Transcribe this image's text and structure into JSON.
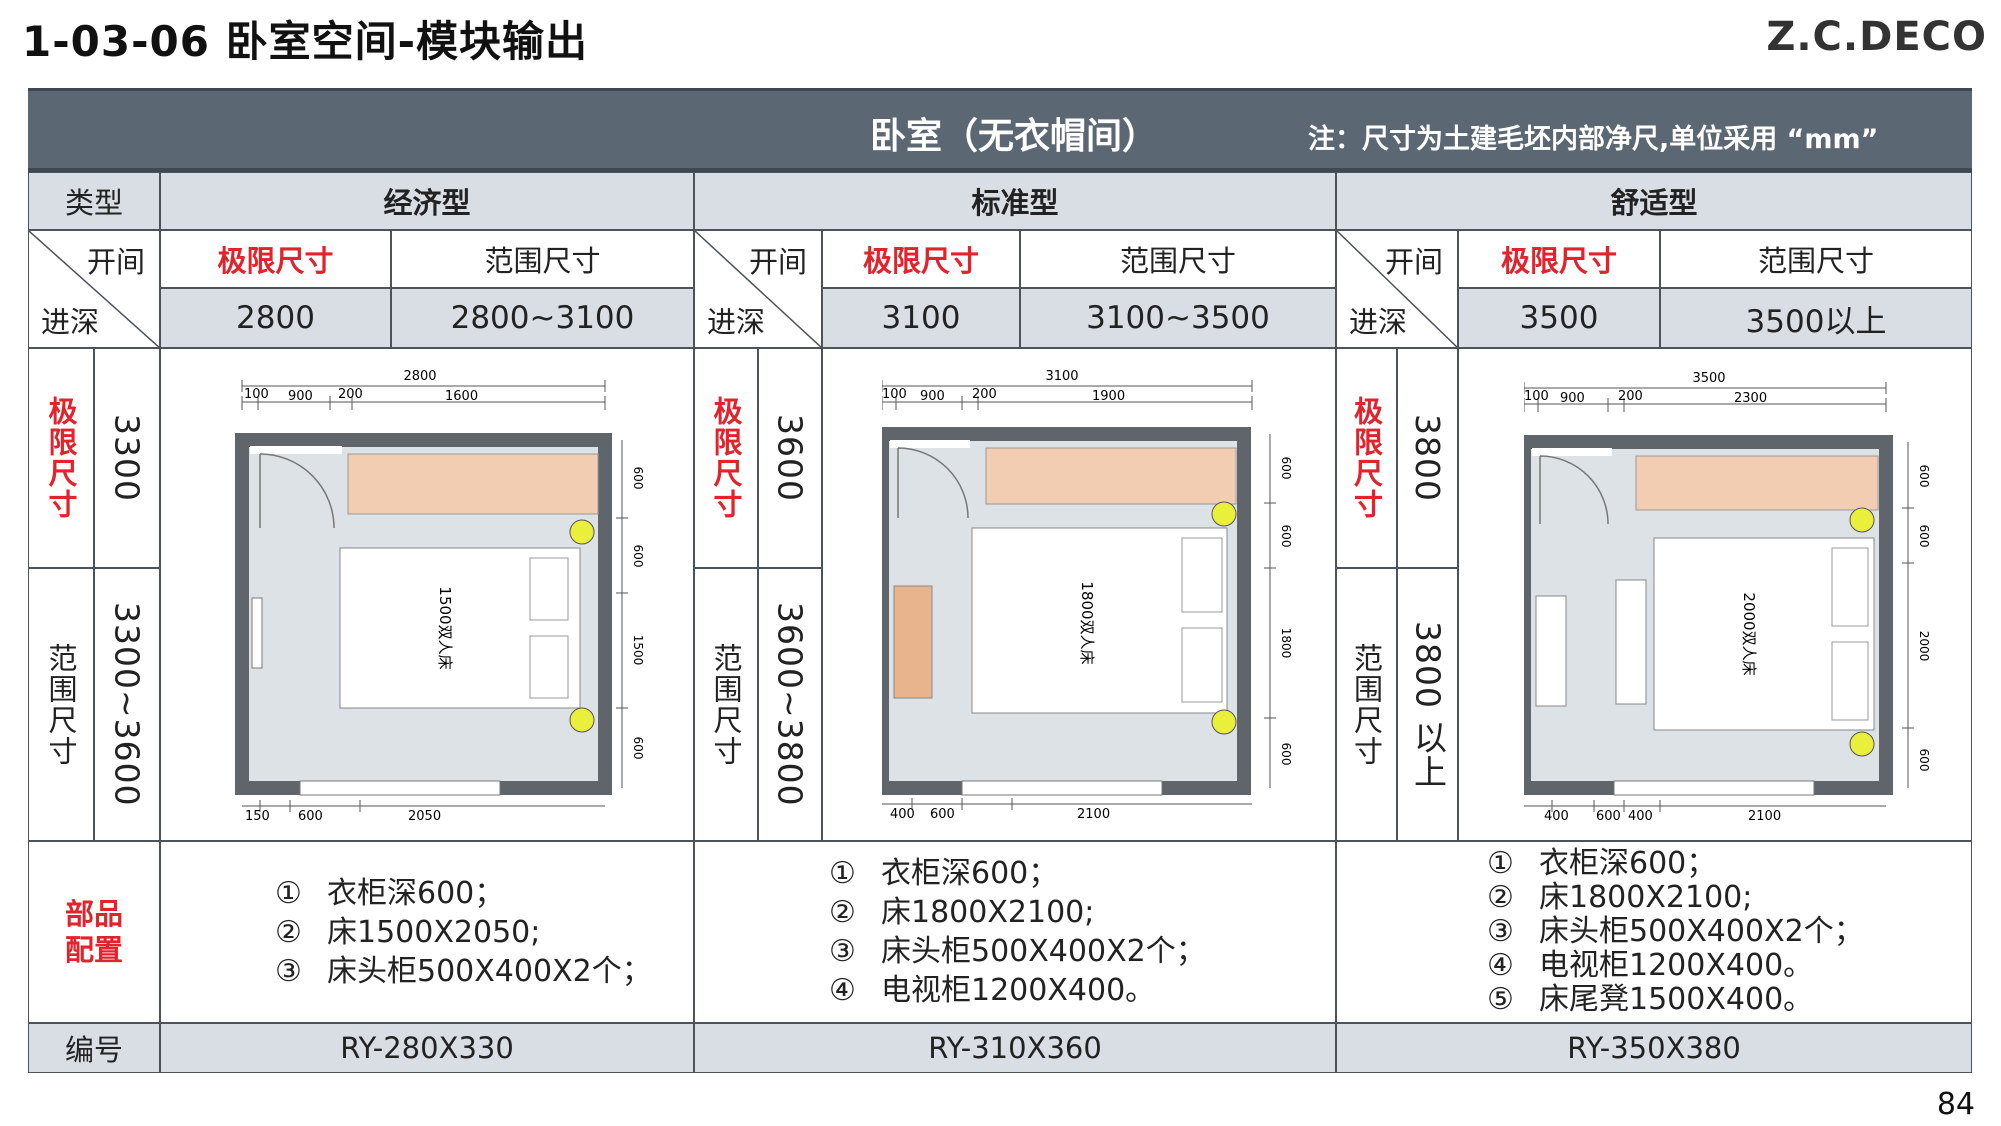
{
  "header": {
    "title": "1-03-06 卧室空间-模块输出",
    "brand": "Z.C.DECO",
    "page_number": "84"
  },
  "banner": {
    "title": "卧室（无衣帽间）",
    "note": "注：尺寸为土建毛坯内部净尺,单位采用 “mm”"
  },
  "labels": {
    "type": "类型",
    "bay": "开间",
    "depth": "进深",
    "limit_size": "极限尺寸",
    "range_size": "范围尺寸",
    "limit_vertical": "极限尺寸",
    "range_vertical": "范围尺寸",
    "parts": "部品配置",
    "code": "编号"
  },
  "columns": [
    {
      "type": "经济型",
      "bay_limit": "2800",
      "bay_range": "2800~3100",
      "depth_limit": "3300",
      "depth_range": "3300~3600",
      "parts": [
        "衣柜深600；",
        "床1500X2050;",
        "床头柜500X400X2个；"
      ],
      "code": "RY-280X330",
      "plan": {
        "overall_width": "2800",
        "dim_top": [
          "100",
          "900",
          "200",
          "1600"
        ],
        "dim_bottom": [
          "150",
          "600",
          "2050"
        ],
        "depth": "3300",
        "dim_right": [
          "600",
          "600",
          "1500",
          "600"
        ],
        "bed": "1500双人床"
      }
    },
    {
      "type": "标准型",
      "bay_limit": "3100",
      "bay_range": "3100~3500",
      "depth_limit": "3600",
      "depth_range": "3600~3800",
      "parts": [
        "衣柜深600；",
        "床1800X2100;",
        "床头柜500X400X2个；",
        "电视柜1200X400。"
      ],
      "code": "RY-310X360",
      "plan": {
        "overall_width": "3100",
        "dim_top": [
          "100",
          "900",
          "200",
          "1900"
        ],
        "dim_bottom": [
          "400",
          "600",
          "2100"
        ],
        "depth": "3600",
        "dim_right": [
          "600",
          "600",
          "1800",
          "600"
        ],
        "bed": "1800双人床"
      }
    },
    {
      "type": "舒适型",
      "bay_limit": "3500",
      "bay_range": "3500以上",
      "depth_limit": "3800",
      "depth_range": "3800 以上",
      "parts": [
        "衣柜深600；",
        "床1800X2100;",
        "床头柜500X400X2个；",
        "电视柜1200X400。",
        "床尾凳1500X400。"
      ],
      "code": "RY-350X380",
      "plan": {
        "overall_width": "3500",
        "dim_top": [
          "100",
          "900",
          "200",
          "2300"
        ],
        "dim_bottom": [
          "400",
          "600",
          "400",
          "2100"
        ],
        "depth": "3800",
        "dim_right": [
          "600",
          "600",
          "2000",
          "600"
        ],
        "bed": "2000双人床"
      }
    }
  ],
  "colors": {
    "banner": "#5b6772",
    "header_cell": "#d8dee4",
    "accent_red": "#e3232b",
    "wardrobe": "#f2cdb1",
    "wall": "#5f656b",
    "lamp": "#e9ef3a"
  }
}
